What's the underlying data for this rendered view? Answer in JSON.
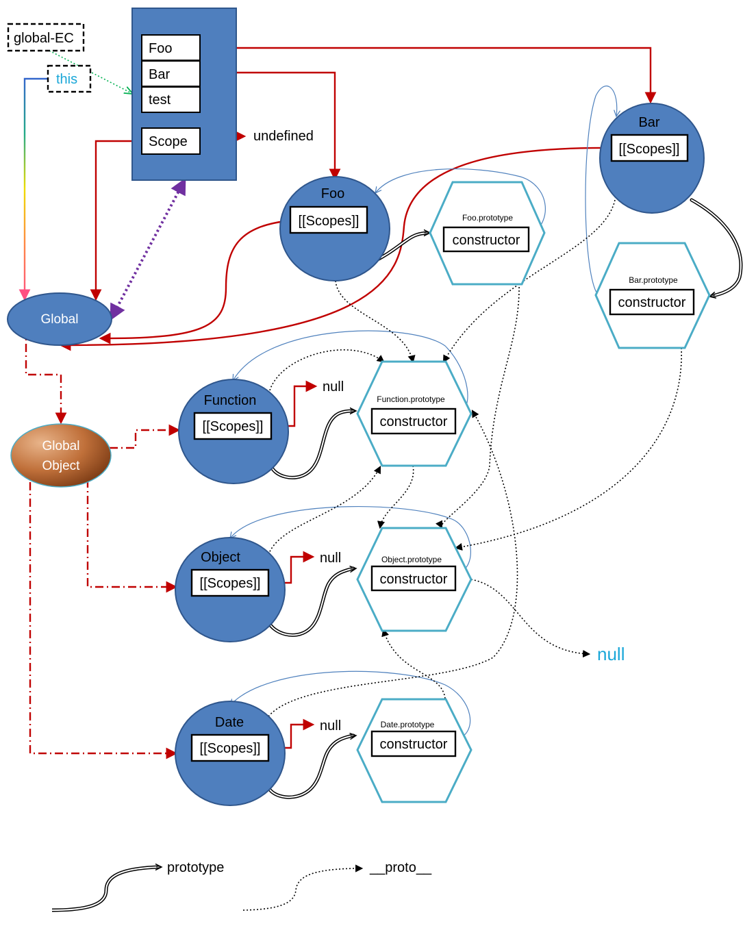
{
  "colors": {
    "node_fill": "#4f7fbe",
    "node_stroke": "#2f568c",
    "hex_stroke": "#4bacc6",
    "scope_link": "#c00000",
    "global_object_link": "#c00000",
    "this_link": "rainbow",
    "scope_chain_dotted": "#7030a0",
    "proto_link": "#000000",
    "constructor_link": "#4f81bd",
    "accent_text": "#1aa7d8"
  },
  "execution_context": {
    "name": "global-EC",
    "this_label": "this",
    "slots": [
      "Foo",
      "Bar",
      "test",
      "Scope"
    ],
    "undefined_label": "undefined"
  },
  "global": {
    "label": "Global",
    "object_label_line1": "Global",
    "object_label_line2": "Object"
  },
  "functions": {
    "foo": {
      "name": "Foo",
      "scopes": "[[Scopes]]"
    },
    "bar": {
      "name": "Bar",
      "scopes": "[[Scopes]]"
    },
    "function": {
      "name": "Function",
      "scopes": "[[Scopes]]",
      "null_label": "null"
    },
    "object": {
      "name": "Object",
      "scopes": "[[Scopes]]",
      "null_label": "null"
    },
    "date": {
      "name": "Date",
      "scopes": "[[Scopes]]",
      "null_label": "null"
    }
  },
  "prototypes": {
    "foo": {
      "name": "Foo.prototype",
      "constructor": "constructor"
    },
    "bar": {
      "name": "Bar.prototype",
      "constructor": "constructor"
    },
    "function": {
      "name": "Function.prototype",
      "constructor": "constructor"
    },
    "object": {
      "name": "Object.prototype",
      "constructor": "constructor"
    },
    "date": {
      "name": "Date.prototype",
      "constructor": "constructor"
    }
  },
  "object_proto_null": "null",
  "legend": {
    "prototype": "prototype",
    "proto": "__proto__"
  }
}
